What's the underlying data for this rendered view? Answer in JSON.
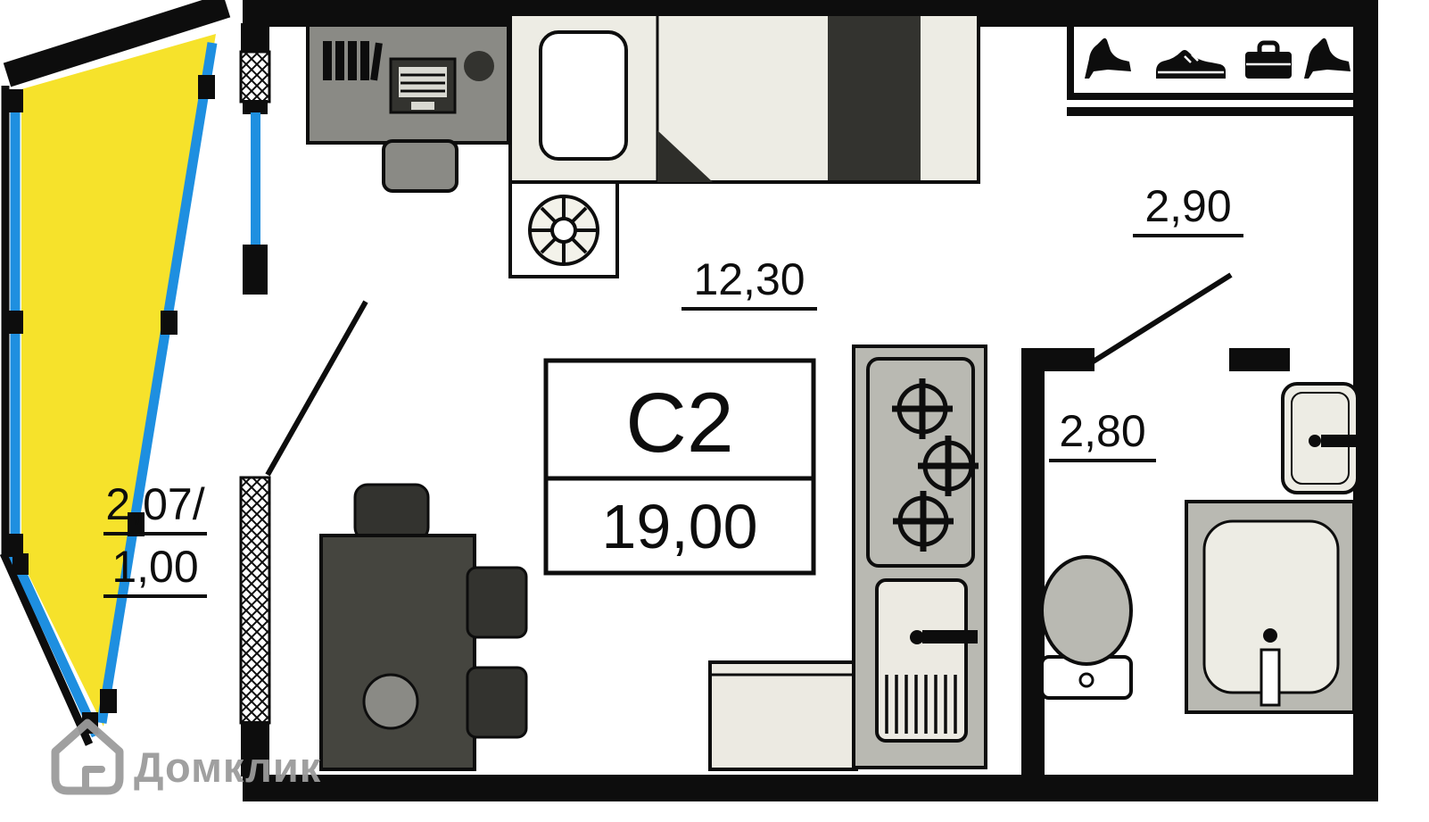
{
  "plan": {
    "code": "С2",
    "total_area": "19,00"
  },
  "areas": {
    "living": "12,30",
    "hall": "2,90",
    "bathroom": "2,80",
    "balcony_1": "2,07/",
    "balcony_2": "1,00"
  },
  "watermark": {
    "brand": "Домклик"
  },
  "colors": {
    "balcony_fill": "#F6E22B",
    "window_glass": "#1E8FE0",
    "wall": "#0D0D0D",
    "furniture_gray": "#8A8A85",
    "furniture_dark": "#33332F",
    "appliance_gray": "#B9B9B2",
    "fixture_light": "#ECEAE2",
    "watermark_gray": "#9B9B9B",
    "background": "#FFFFFF"
  },
  "icons": {
    "wardrobe": [
      "heel-shoe-icon",
      "sneaker-icon",
      "briefcase-icon",
      "heel-shoe-icon"
    ],
    "logo": "house-logo-icon"
  }
}
